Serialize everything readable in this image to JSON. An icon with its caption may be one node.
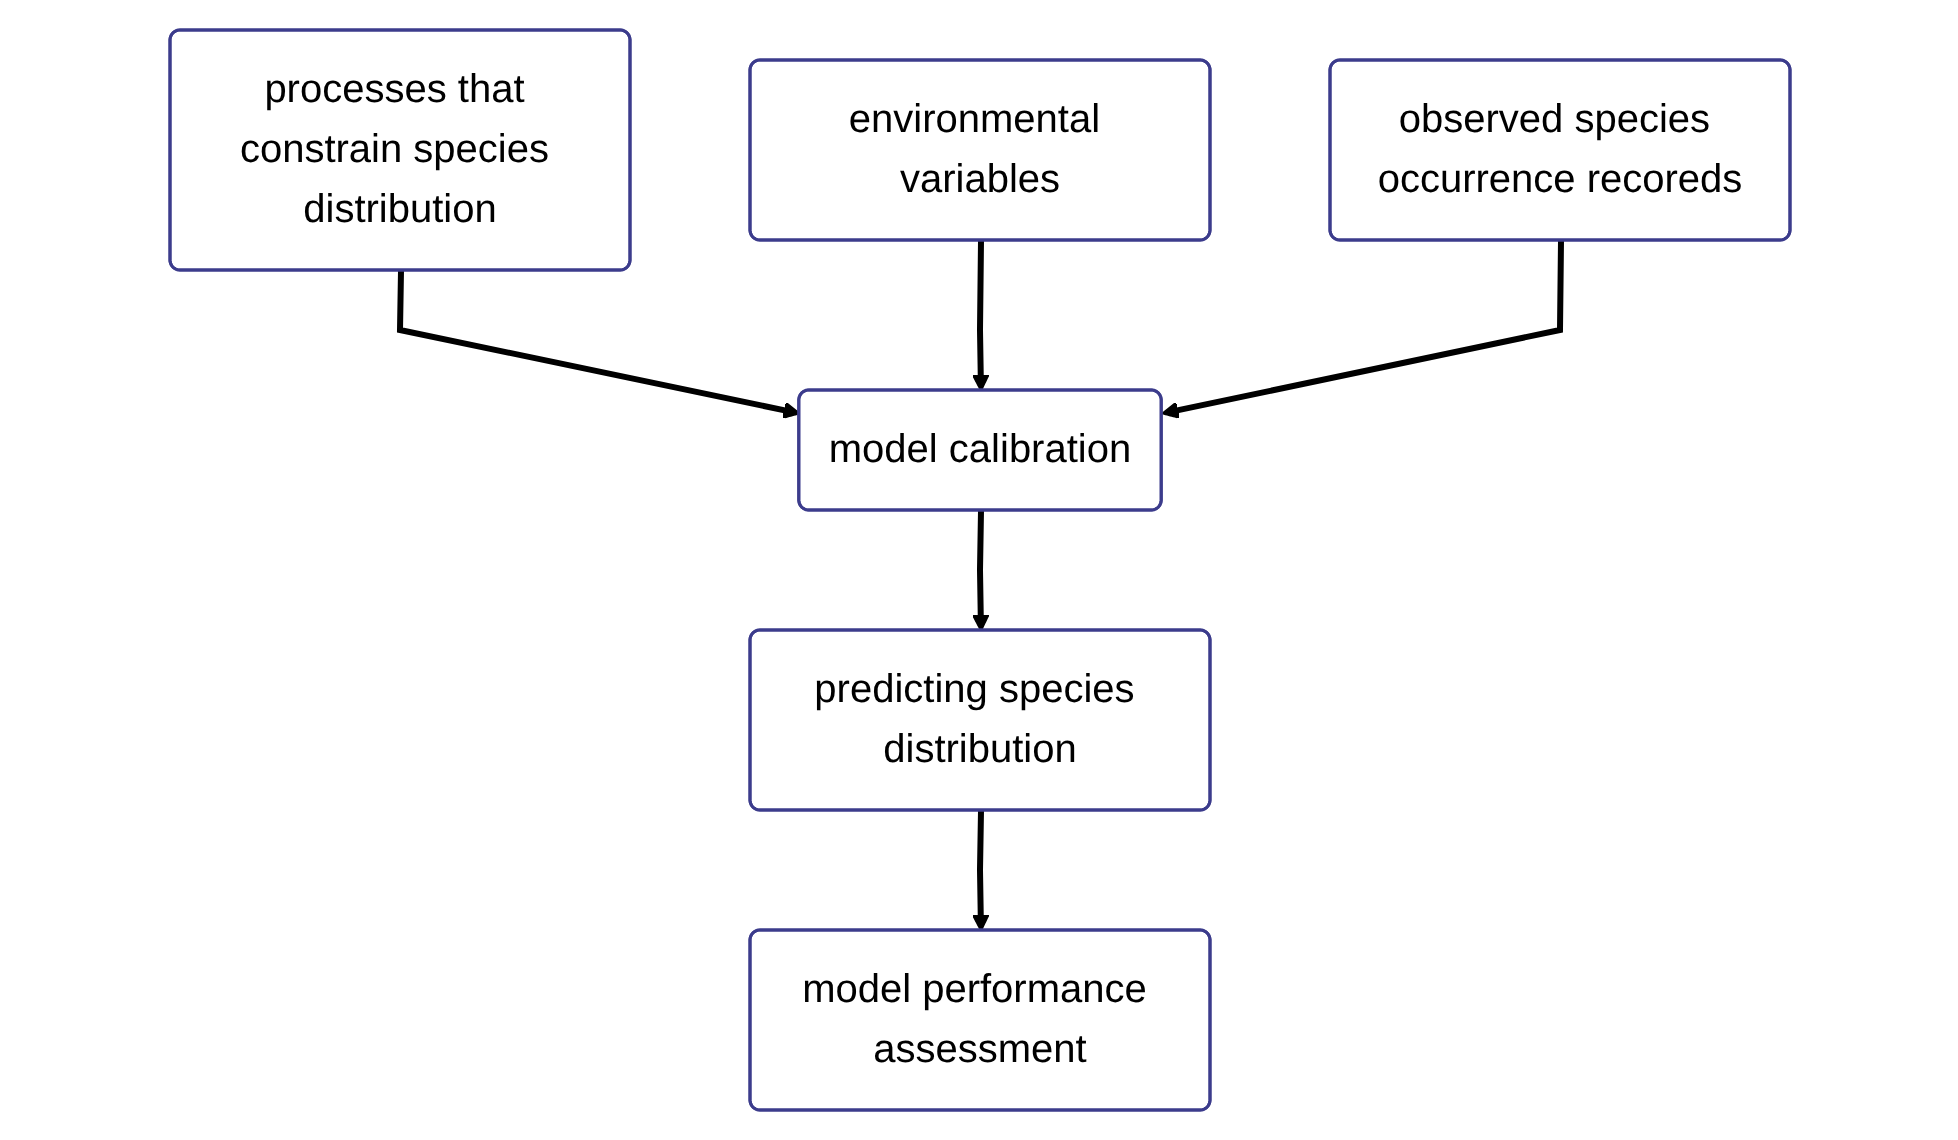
{
  "diagram": {
    "nodes": [
      {
        "text": [
          "processes that constrain species distribution"
        ]
      },
      {
        "text": [
          "model calibration"
        ]
      },
      {
        "text": [
          "observed species occurrence recoreds"
        ]
      },
      {
        "text": [
          "environmental variables"
        ]
      },
      {
        "text": [
          "predicting species distribution"
        ]
      },
      {
        "text": [
          "model performance assessment"
        ]
      }
    ],
    "edges": [
      {
        "from": 0,
        "to": 1,
        "arrow": "to"
      },
      {
        "from": 3,
        "to": 1,
        "arrow": "to"
      },
      {
        "from": 2,
        "to": 1,
        "arrow": "to"
      },
      {
        "from": 1,
        "to": 4,
        "arrow": "to"
      },
      {
        "from": 4,
        "to": 5,
        "arrow": "to"
      }
    ]
  }
}
